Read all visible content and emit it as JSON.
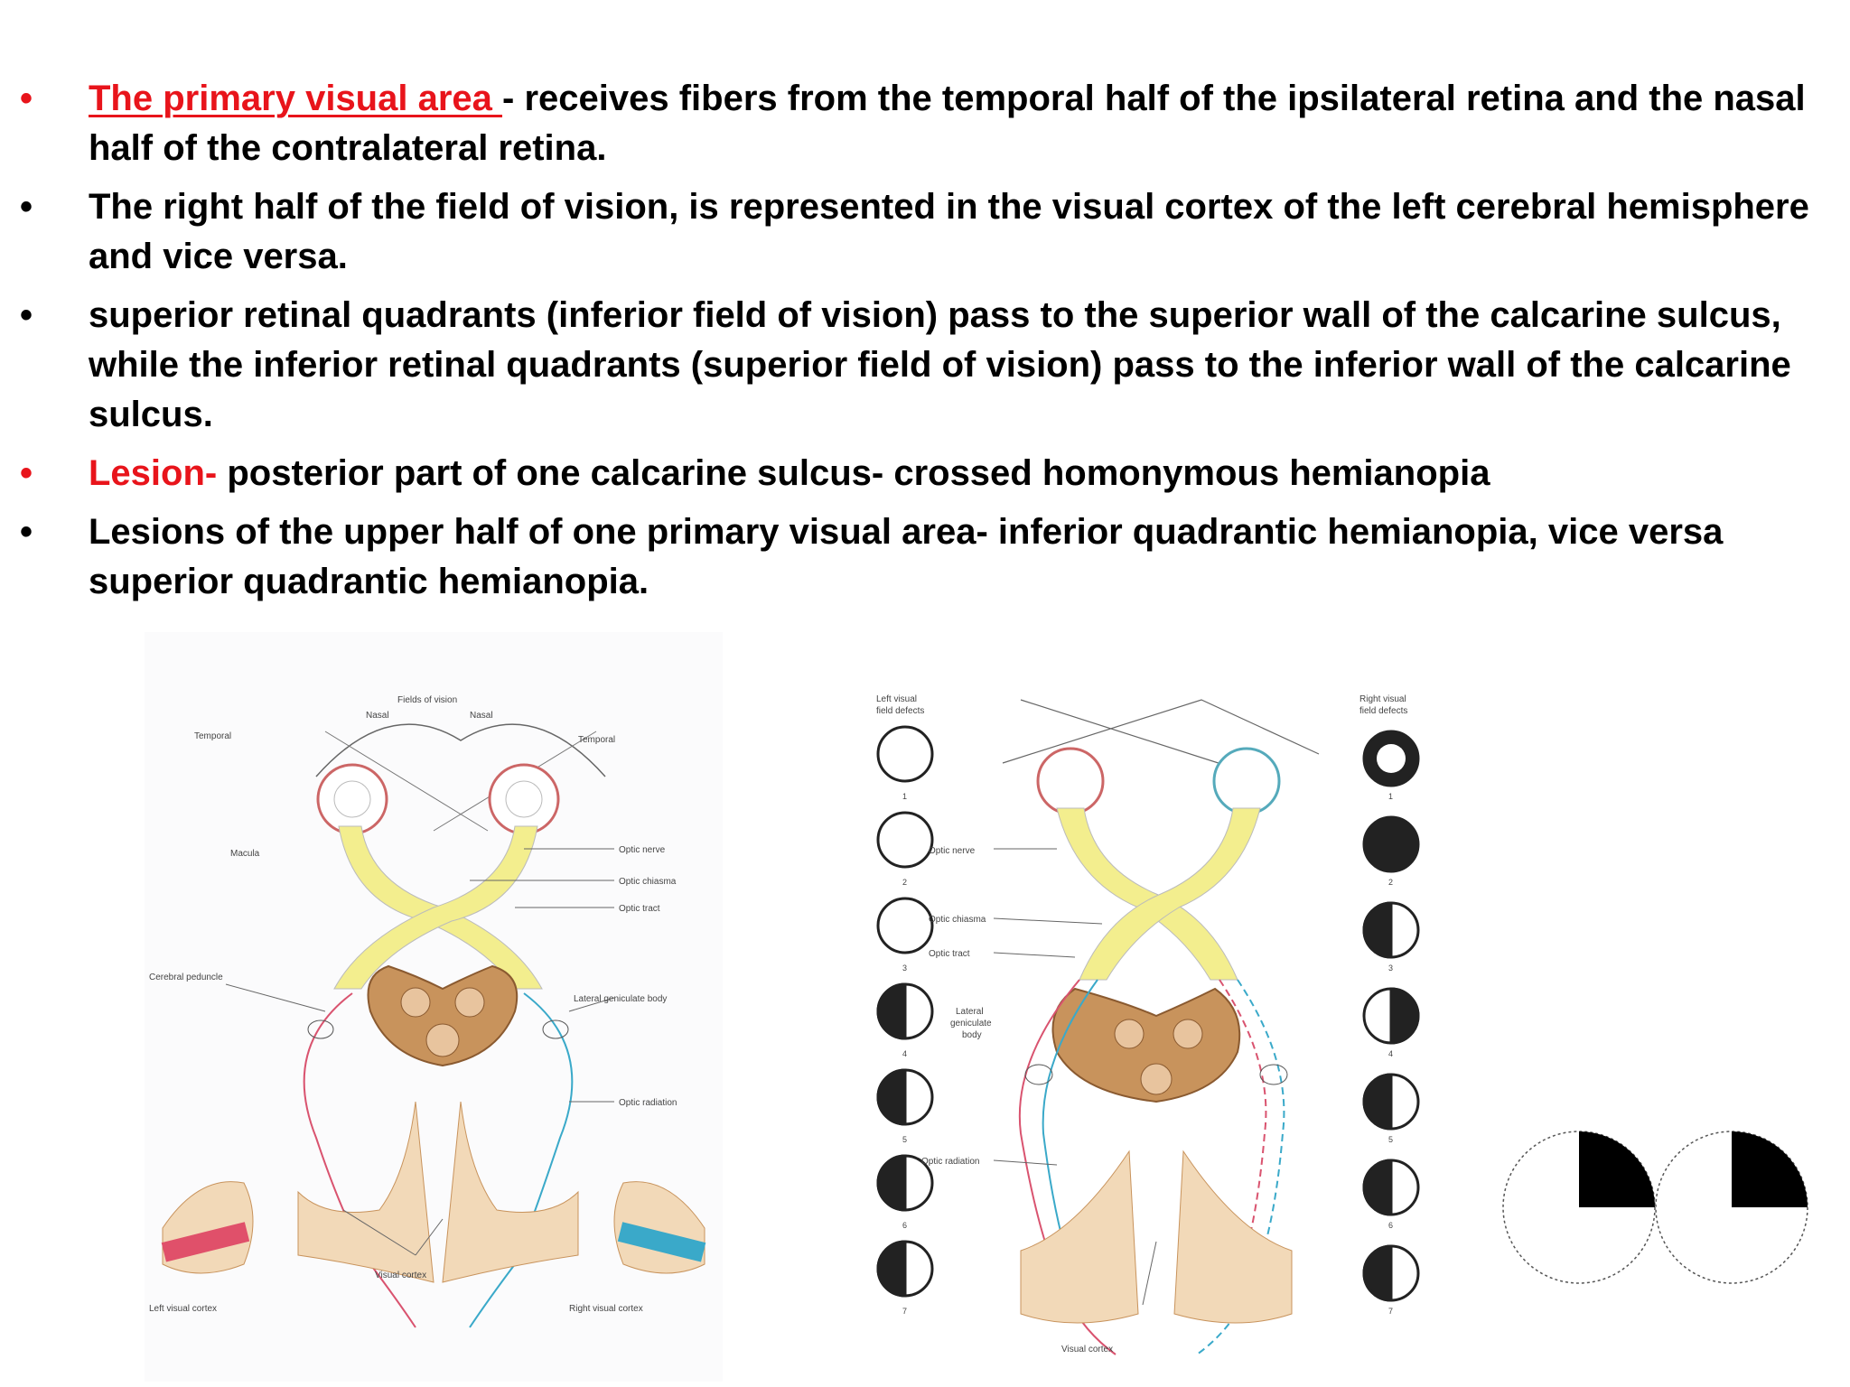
{
  "bullets": [
    {
      "lead": "The primary visual area ",
      "lead_style": "red-underline",
      "rest": "- receives fibers from the temporal half of the ipsilateral retina and the nasal half of the contralateral retina.",
      "dot_color": "#e8141b"
    },
    {
      "lead": "",
      "rest": "The right half of the field of vision, is represented in the visual cortex of the left cerebral hemisphere and vice versa.",
      "dot_color": "#000000"
    },
    {
      "lead": "",
      "rest": "superior retinal quadrants (inferior field of vision) pass to the superior wall of the calcarine sulcus, while the inferior retinal quadrants (superior field of vision) pass to the inferior wall of the calcarine sulcus.",
      "dot_color": "#000000"
    },
    {
      "lead": "Lesion-",
      "lead_style": "red",
      "rest": " posterior part of one calcarine sulcus-  crossed homonymous hemianopia",
      "dot_color": "#e8141b"
    },
    {
      "lead": "",
      "rest": "Lesions of the upper half of one primary visual area- inferior quadrantic hemianopia, vice versa superior quadrantic hemianopia.",
      "dot_color": "#000000"
    }
  ],
  "diagram1": {
    "fields_of_vision": "Fields of vision",
    "nasal": "Nasal",
    "temporal": "Temporal",
    "macula": "Macula",
    "optic_nerve": "Optic nerve",
    "optic_chiasma": "Optic chiasma",
    "optic_tract": "Optic tract",
    "cerebral_peduncle": "Cerebral peduncle",
    "lateral_geniculate_body": "Lateral geniculate body",
    "optic_radiation": "Optic radiation",
    "visual_cortex": "Visual cortex",
    "left_visual_cortex": "Left visual cortex",
    "right_visual_cortex": "Right visual cortex"
  },
  "diagram2": {
    "left_defects_title_1": "Left visual",
    "left_defects_title_2": "field defects",
    "right_defects_title_1": "Right visual",
    "right_defects_title_2": "field defects",
    "optic_nerve": "Optic nerve",
    "optic_chiasma": "Optic chiasma",
    "optic_tract": "Optic tract",
    "lateral_1": "Lateral",
    "lateral_2": "geniculate",
    "lateral_3": "body",
    "optic_radiation": "Optic radiation",
    "visual_cortex": "Visual cortex",
    "numbers": [
      "1",
      "2",
      "3",
      "4",
      "5",
      "6",
      "7"
    ]
  },
  "colors": {
    "red": "#e8141b",
    "pink_path": "#d9536f",
    "blue_path": "#3aa9c9",
    "brain": "#c8935c",
    "yellow": "#f3ee8e"
  }
}
